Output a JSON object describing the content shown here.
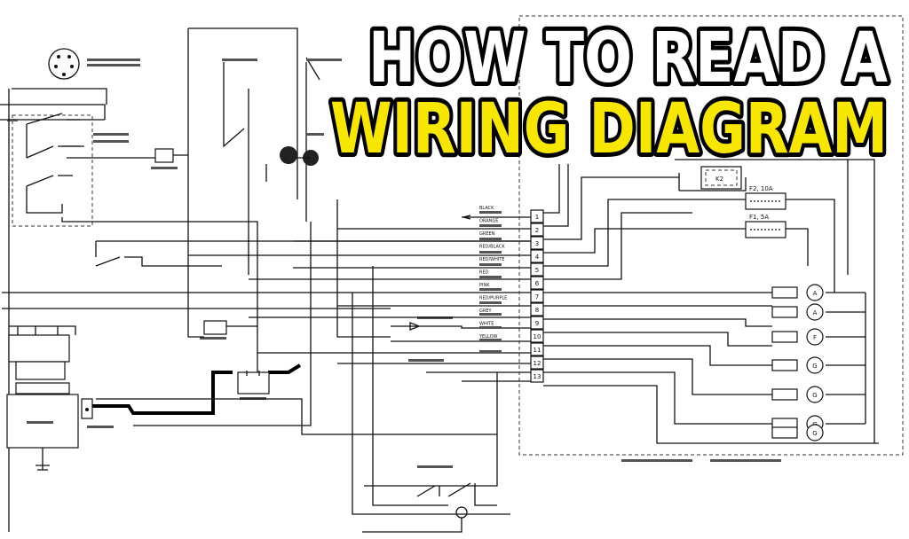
{
  "headline": {
    "line1": "HOW TO READ A",
    "line2": "WIRING DIAGRAM",
    "line1_color": "#ffffff",
    "line2_color": "#f7e600",
    "outline_color": "#000000"
  },
  "terminal_numbers": [
    "1",
    "2",
    "3",
    "4",
    "5",
    "6",
    "7",
    "8",
    "9",
    "10",
    "11",
    "12",
    "13"
  ],
  "wire_labels": [
    "BLACK",
    "ORANGE",
    "GREEN",
    "RED/BLACK",
    "RED/WHITE",
    "RED",
    "PINK",
    "RED/PURPLE",
    "GREY",
    "WHITE",
    "YELLOW"
  ],
  "indicator_letters": [
    "A",
    "A",
    "F",
    "G",
    "G",
    "G",
    "G"
  ],
  "fuse_labels": [
    "F2, 10A",
    "F1, 5A"
  ],
  "relay_label": "K2"
}
